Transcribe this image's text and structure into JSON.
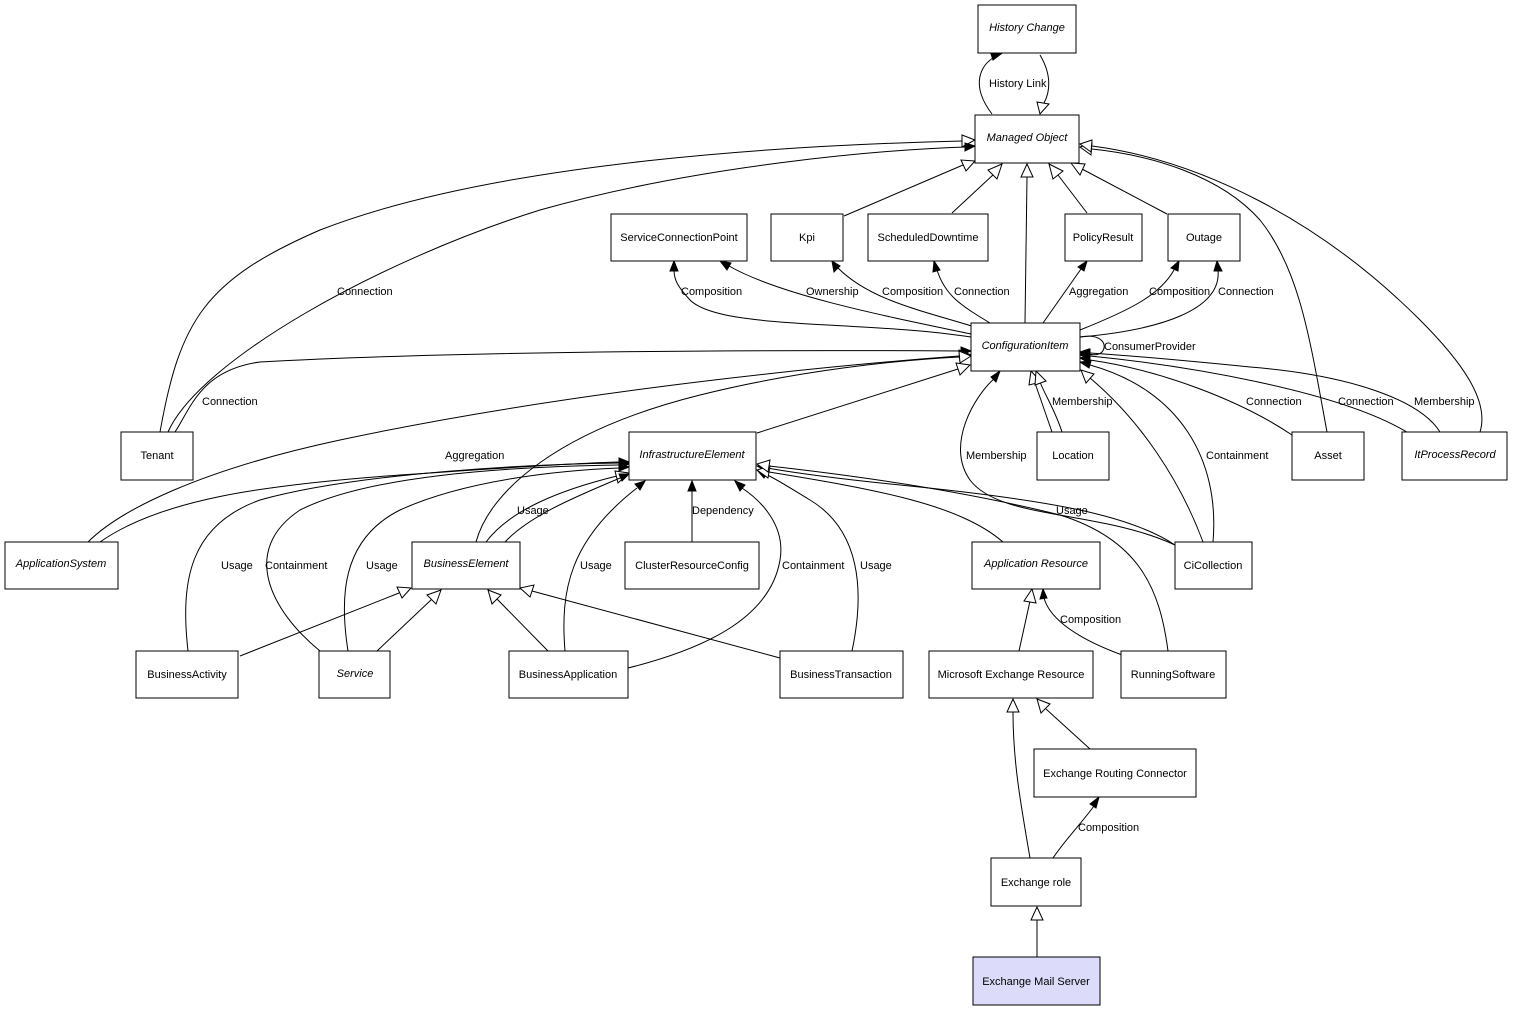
{
  "nodes": {
    "history_change": {
      "label": "History Change",
      "italic": true
    },
    "managed_object": {
      "label": "Managed Object",
      "italic": true
    },
    "service_connection_point": {
      "label": "ServiceConnectionPoint",
      "italic": false
    },
    "kpi": {
      "label": "Kpi",
      "italic": false
    },
    "scheduled_downtime": {
      "label": "ScheduledDowntime",
      "italic": false
    },
    "policy_result": {
      "label": "PolicyResult",
      "italic": false
    },
    "outage": {
      "label": "Outage",
      "italic": false
    },
    "configuration_item": {
      "label": "ConfigurationItem",
      "italic": true
    },
    "tenant": {
      "label": "Tenant",
      "italic": false
    },
    "infrastructure_element": {
      "label": "InfrastructureElement",
      "italic": true
    },
    "location": {
      "label": "Location",
      "italic": false
    },
    "asset": {
      "label": "Asset",
      "italic": false
    },
    "it_process_record": {
      "label": "ItProcessRecord",
      "italic": true
    },
    "application_system": {
      "label": "ApplicationSystem",
      "italic": true
    },
    "business_element": {
      "label": "BusinessElement",
      "italic": true
    },
    "cluster_resource_config": {
      "label": "ClusterResourceConfig",
      "italic": false
    },
    "application_resource": {
      "label": "Application Resource",
      "italic": true
    },
    "ci_collection": {
      "label": "CiCollection",
      "italic": false
    },
    "business_activity": {
      "label": "BusinessActivity",
      "italic": false
    },
    "service": {
      "label": "Service",
      "italic": true
    },
    "business_application": {
      "label": "BusinessApplication",
      "italic": false
    },
    "business_transaction": {
      "label": "BusinessTransaction",
      "italic": false
    },
    "ms_exchange_resource": {
      "label": "Microsoft Exchange Resource",
      "italic": false
    },
    "running_software": {
      "label": "RunningSoftware",
      "italic": false
    },
    "exchange_routing_connector": {
      "label": "Exchange Routing Connector",
      "italic": false
    },
    "exchange_role": {
      "label": "Exchange role",
      "italic": false
    },
    "exchange_mail_server": {
      "label": "Exchange Mail Server",
      "italic": false,
      "highlight": true
    }
  },
  "edge_labels": {
    "history_link": "History Link",
    "tenant_mo_connection": "Connection",
    "ci_scp_composition": "Composition",
    "ci_kpi_ownership": "Ownership",
    "ci_sd_composition": "Composition",
    "ci_sd_connection": "Connection",
    "ci_pr_aggregation": "Aggregation",
    "ci_outage_composition": "Composition",
    "ci_outage_connection": "Connection",
    "ci_self_consumer": "ConsumerProvider",
    "tenant_ci_connection": "Connection",
    "location_membership": "Membership",
    "asset_connection": "Connection",
    "itpr_connection": "Connection",
    "itpr_membership": "Membership",
    "appsys_aggregation": "Aggregation",
    "cicoll_membership": "Membership",
    "cicoll_containment": "Containment",
    "cicoll_usage": "Usage",
    "be_usage": "Usage",
    "crc_dependency": "Dependency",
    "ba_usage": "Usage",
    "service_containment": "Containment",
    "service_usage": "Usage",
    "bapp_usage": "Usage",
    "bapp_containment": "Containment",
    "bt_usage": "Usage",
    "rs_composition": "Composition",
    "er_composition": "Composition"
  }
}
